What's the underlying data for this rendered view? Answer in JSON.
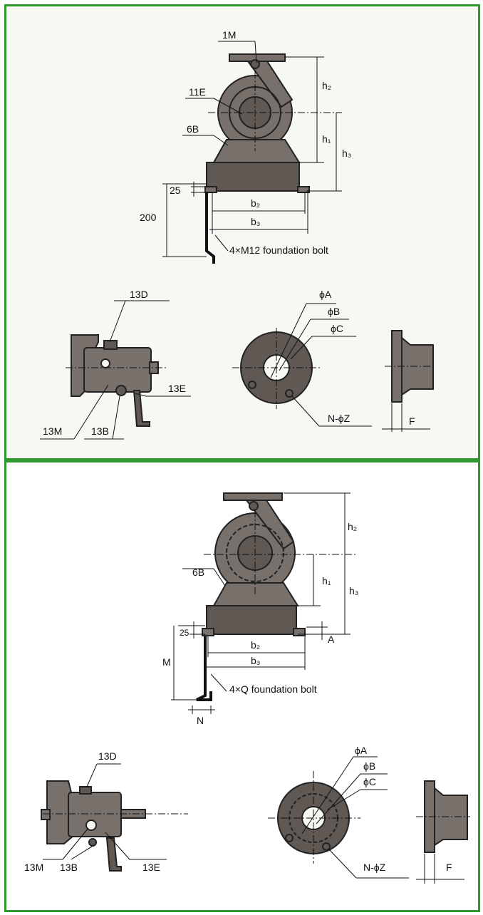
{
  "colors": {
    "border": "#2e9a2e",
    "metal": "#77706b",
    "background": "#f7f7f4"
  },
  "top": {
    "front_view": {
      "label_1m": "1M",
      "label_11e": "11E",
      "label_6b": "6B",
      "h2": "h₂",
      "h1": "h₁",
      "h3": "h₃",
      "dim_25": "25",
      "dim_200": "200",
      "b2": "b₂",
      "b3": "b₃",
      "bolt_note": "4×M12 foundation bolt"
    },
    "side_view": {
      "label_13d": "13D",
      "label_13e": "13E",
      "label_13m": "13M",
      "label_13b": "13B"
    },
    "flange_view": {
      "phi_a": "ϕA",
      "phi_b": "ϕB",
      "phi_c": "ϕC",
      "holes": "N-ϕZ"
    },
    "flange_side": {
      "f": "F"
    }
  },
  "bottom": {
    "front_view": {
      "label_6b": "6B",
      "h2": "h₂",
      "h1": "h₁",
      "h3": "h₃",
      "dim_25": "25",
      "dim_a": "A",
      "dim_m": "M",
      "dim_n": "N",
      "b2": "b₂",
      "b3": "b₃",
      "bolt_note": "4×Q foundation bolt"
    },
    "side_view": {
      "label_13d": "13D",
      "label_13e": "13E",
      "label_13m": "13M",
      "label_13b": "13B"
    },
    "flange_view": {
      "phi_a": "ϕA",
      "phi_b": "ϕB",
      "phi_c": "ϕC",
      "holes": "N-ϕZ"
    },
    "flange_side": {
      "f": "F"
    }
  }
}
